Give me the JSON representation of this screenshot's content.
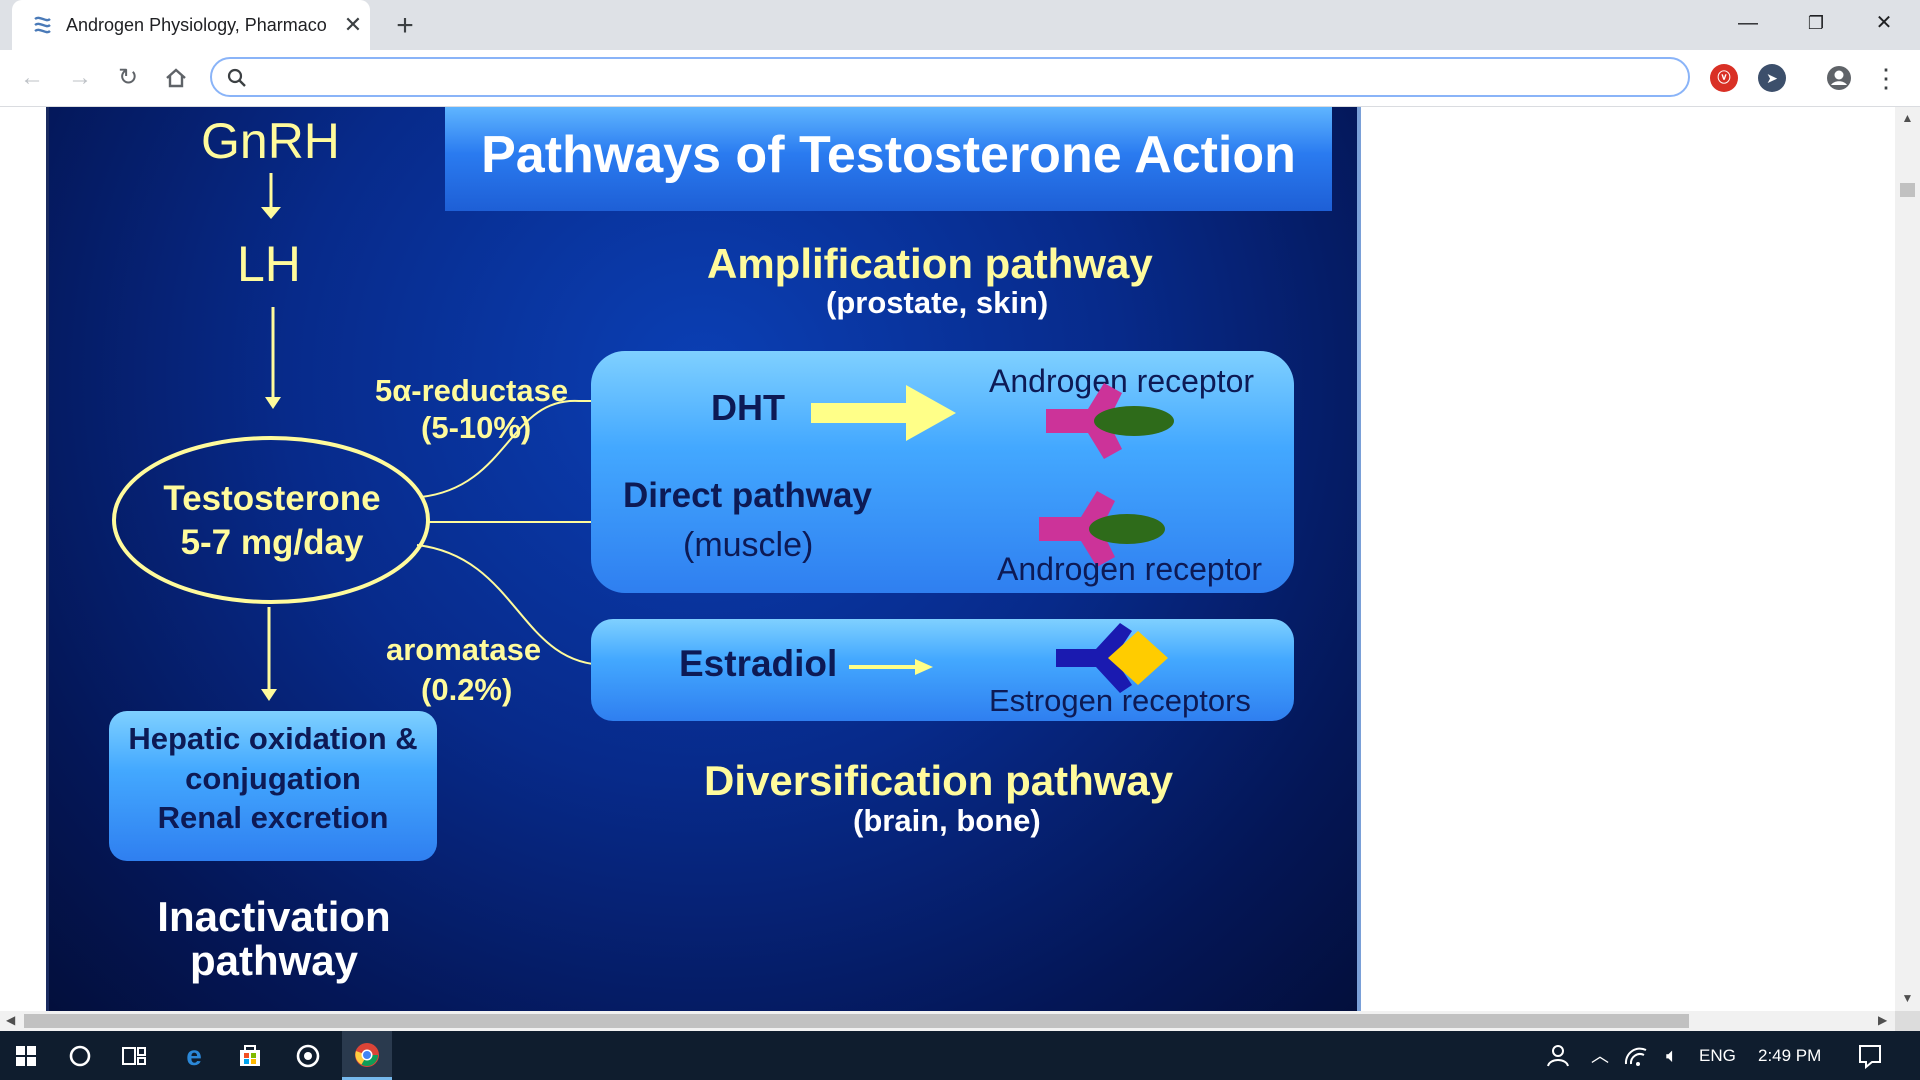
{
  "browser": {
    "tab_title": "Androgen Physiology, Pharmaco",
    "omnibox_value": "",
    "omnibox_placeholder": ""
  },
  "slide": {
    "title": "Pathways of Testosterone Action",
    "gnrh": "GnRH",
    "lh": "LH",
    "reductase_line1": "5α-reductase",
    "reductase_line2": "(5-10%)",
    "testosterone_line1": "Testosterone",
    "testosterone_line2": "5-7 mg/day",
    "aromatase_line1": "aromatase",
    "aromatase_line2": "(0.2%)",
    "amplification_title": "Amplification pathway",
    "amplification_sub": "(prostate, skin)",
    "dht": "DHT",
    "androgen_receptor_top": "Androgen receptor",
    "direct_title": "Direct pathway",
    "direct_sub": "(muscle)",
    "androgen_receptor_bottom": "Androgen receptor",
    "estradiol": "Estradiol",
    "estrogen_receptors": "Estrogen receptors",
    "diversification_title": "Diversification pathway",
    "diversification_sub": "(brain, bone)",
    "hepatic_line1": "Hepatic oxidation &",
    "hepatic_line2": "conjugation",
    "hepatic_line3": "Renal excretion",
    "inactivation_line1": "Inactivation",
    "inactivation_line2": "pathway"
  },
  "taskbar": {
    "language": "ENG",
    "time": "2:49 PM"
  },
  "colors": {
    "slide_background": "#072a8a",
    "slide_yellow_text": "#fffb9c",
    "box_blue": "#43a8ff",
    "receptor_magenta": "#cc3399",
    "receptor_green": "#2e6b1a",
    "estrogen_receptor_blue": "#1a1ab0",
    "estradiol_diamond": "#ffcc00",
    "arrow_yellow": "#ffff88"
  }
}
